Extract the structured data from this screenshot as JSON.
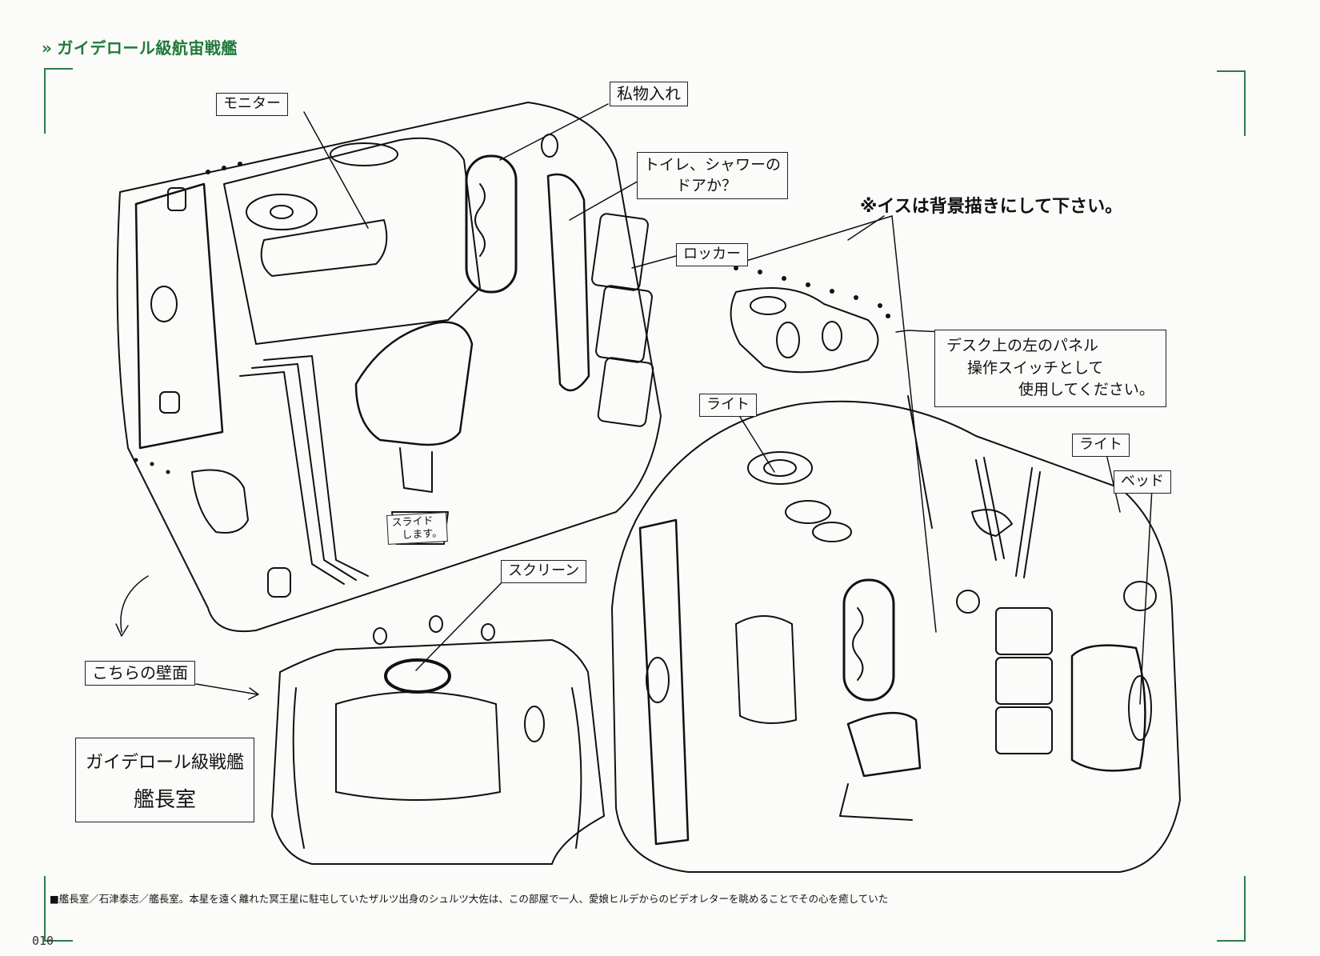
{
  "header": {
    "marker": "»",
    "title": "ガイデロール級航宙戦艦"
  },
  "labels": {
    "monitor": "モニター",
    "personal_storage": "私物入れ",
    "toilet_shower_door": [
      "トイレ、シャワーの",
      "ドアか？"
    ],
    "locker": "ロッカー",
    "slide": [
      "スライド",
      "します。"
    ],
    "light_1": "ライト",
    "light_2": "ライト",
    "bed": "ベッド",
    "screen": "スクリーン",
    "this_wall": "こちらの壁面",
    "desk_panel": [
      "デスク上の左のパネル",
      "操作スイッチとして",
      "使用してください。"
    ]
  },
  "note": "※イスは背景描きにして下さい。",
  "title_block": {
    "line1": "ガイデロール級戦艦",
    "line2": "艦長室"
  },
  "caption": "■艦長室／石津泰志／艦長室。本星を遠く離れた冥王星に駐屯していたザルツ出身のシュルツ大佐は、この部屋で一人、愛娘ヒルデからのビデオレターを眺めることでその心を癒していた",
  "page_number": "010",
  "colors": {
    "accent": "#1f7a3a",
    "ink": "#111111",
    "paper": "#fbfbf9"
  }
}
